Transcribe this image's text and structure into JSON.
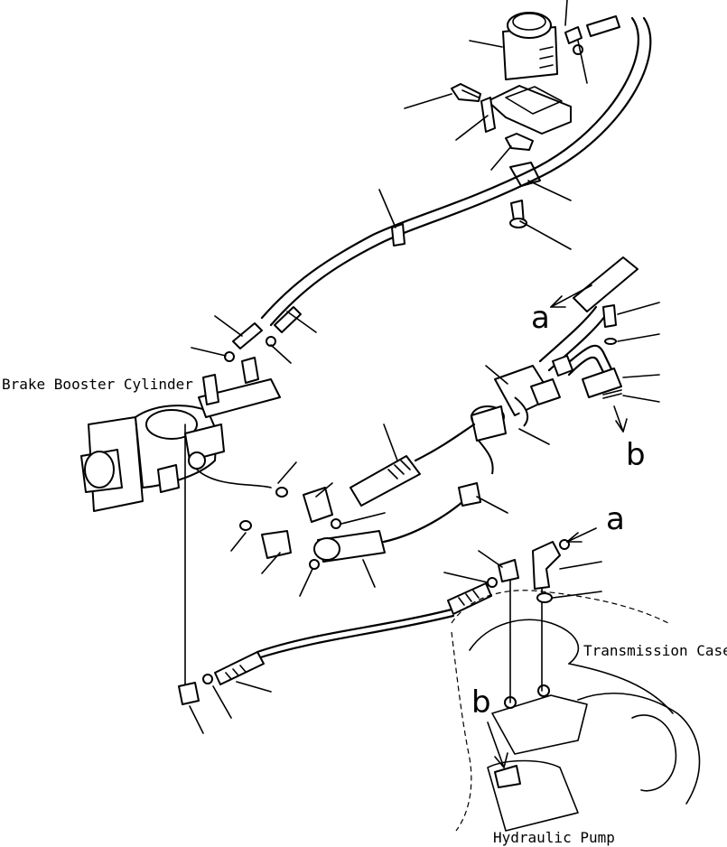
{
  "labels": {
    "brake_booster": "Brake Booster Cylinder",
    "transmission": "Transmission Case",
    "pump": "Hydraulic Pump"
  },
  "refs": {
    "a_top": "a",
    "a_right": "a",
    "b_right": "b",
    "b_bottom": "b"
  }
}
